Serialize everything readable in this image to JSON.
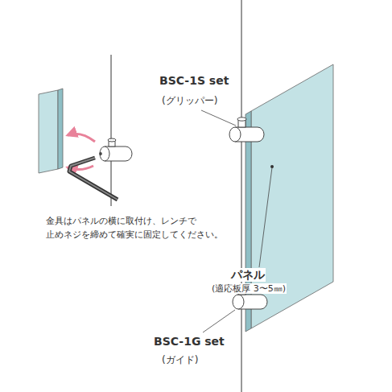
{
  "diagram": {
    "labels": [
      "BSC-1S set",
      "(グリッパー)",
      "金具はパネルの横に取付け、レンチで",
      "止めネジを締めて確実に固定してください。",
      "パネル",
      "(適応板厚 3〜5㎜)",
      "BSC-1G set",
      "(ガイド)"
    ]
  }
}
